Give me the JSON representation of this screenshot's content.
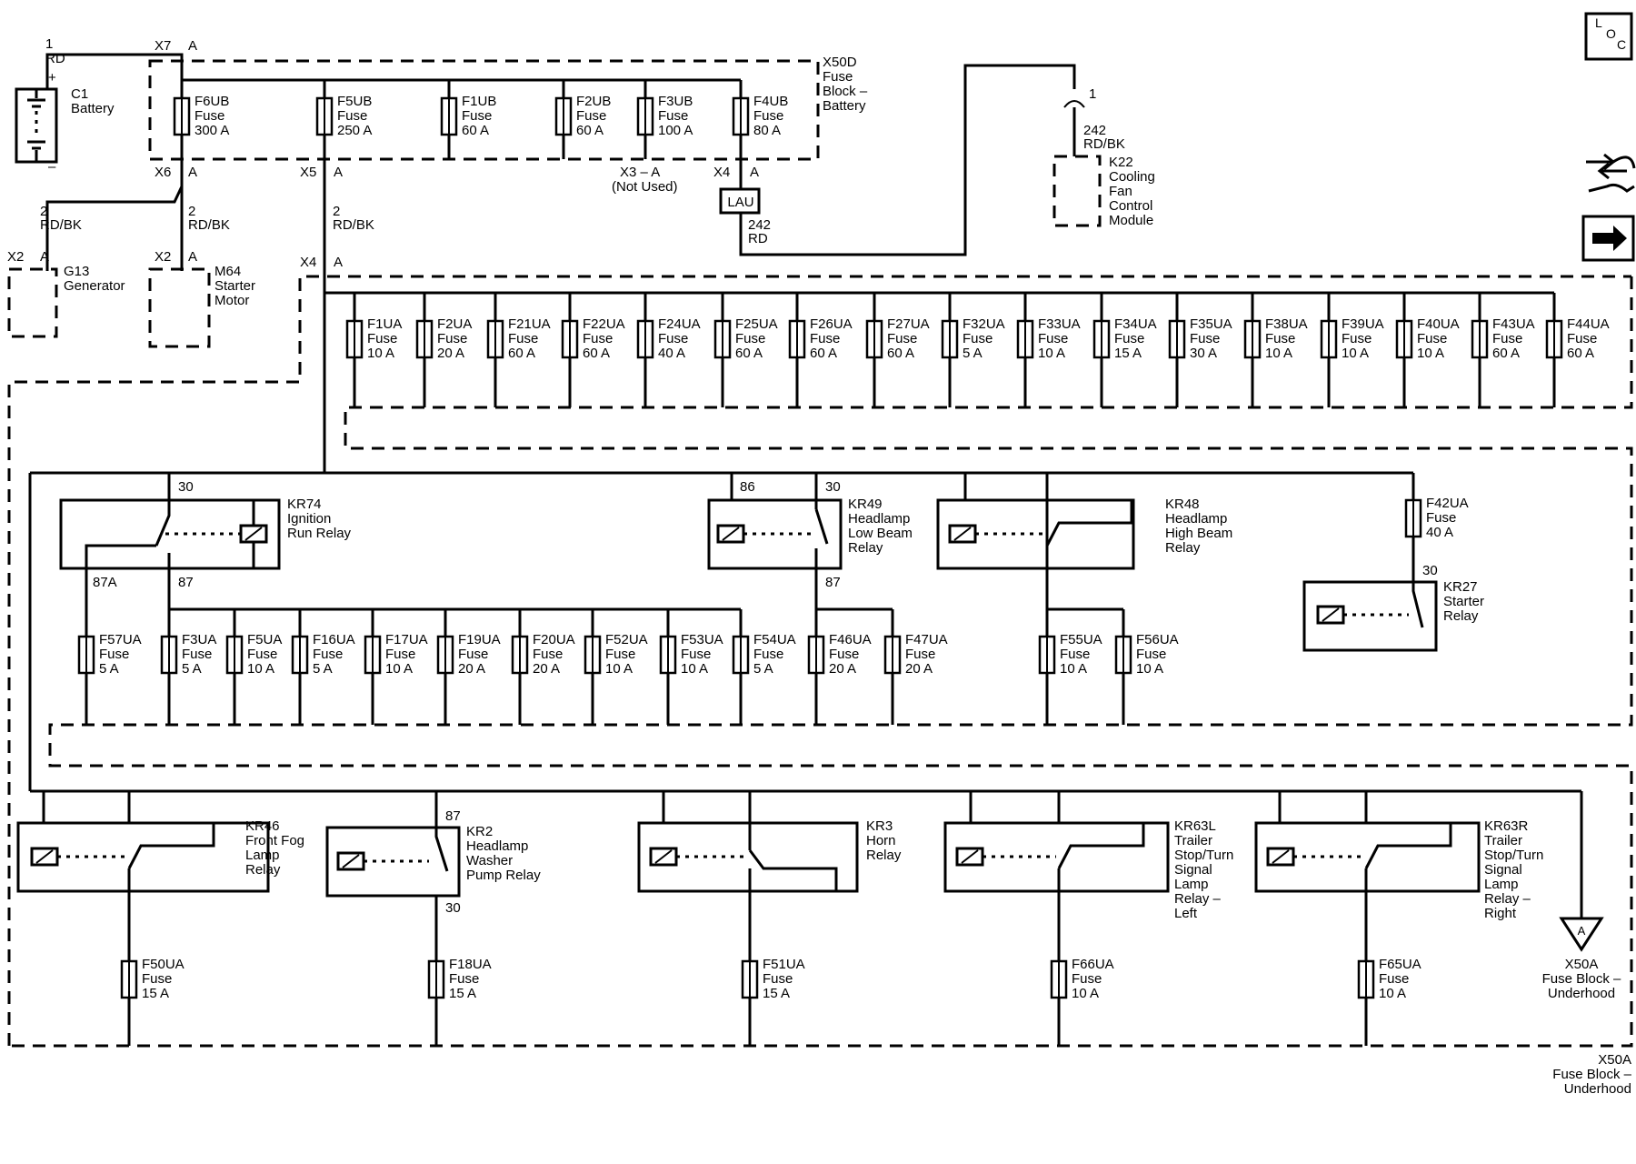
{
  "battery": {
    "pin": "1",
    "wire": "RD",
    "plus": "+",
    "minus": "–",
    "label": [
      "C1",
      "Battery"
    ]
  },
  "x50d": {
    "label": [
      "X50D",
      "Fuse",
      "Block –",
      "Battery"
    ]
  },
  "x50d_connectors": {
    "x7": "X7",
    "x6": "X6",
    "x5": "X5",
    "x3": "X3 – A",
    "x3_note": "(Not Used)",
    "x4": "X4",
    "pinA": "A"
  },
  "lau": "LAU",
  "ub_fuses": [
    {
      "name": "F6UB",
      "word": "Fuse",
      "amp": "300 A"
    },
    {
      "name": "F5UB",
      "word": "Fuse",
      "amp": "250 A"
    },
    {
      "name": "F1UB",
      "word": "Fuse",
      "amp": "60 A"
    },
    {
      "name": "F2UB",
      "word": "Fuse",
      "amp": "60 A"
    },
    {
      "name": "F3UB",
      "word": "Fuse",
      "amp": "100 A"
    },
    {
      "name": "F4UB",
      "word": "Fuse",
      "amp": "80 A"
    }
  ],
  "wires": {
    "gen_wire": [
      "2",
      "RD/BK"
    ],
    "starter_wire": [
      "2",
      "RD/BK"
    ],
    "main_wire": [
      "2",
      "RD/BK"
    ],
    "lau_wire": [
      "242",
      "RD"
    ],
    "k22_wire": [
      "242",
      "RD/BK"
    ]
  },
  "k22": {
    "pin": "1",
    "label": [
      "K22",
      "Cooling",
      "Fan",
      "Control",
      "Module"
    ]
  },
  "g13": {
    "conn": "X2",
    "pin": "A",
    "label": [
      "G13",
      "Generator"
    ]
  },
  "m64": {
    "conn": "X2",
    "pin": "A",
    "label": [
      "M64",
      "Starter",
      "Motor"
    ]
  },
  "x50a_in": {
    "conn": "X4",
    "pin": "A"
  },
  "row1_fuses": [
    {
      "name": "F1UA",
      "word": "Fuse",
      "amp": "10 A"
    },
    {
      "name": "F2UA",
      "word": "Fuse",
      "amp": "20 A"
    },
    {
      "name": "F21UA",
      "word": "Fuse",
      "amp": "60 A"
    },
    {
      "name": "F22UA",
      "word": "Fuse",
      "amp": "60 A"
    },
    {
      "name": "F24UA",
      "word": "Fuse",
      "amp": "40 A"
    },
    {
      "name": "F25UA",
      "word": "Fuse",
      "amp": "60 A"
    },
    {
      "name": "F26UA",
      "word": "Fuse",
      "amp": "60 A"
    },
    {
      "name": "F27UA",
      "word": "Fuse",
      "amp": "60 A"
    },
    {
      "name": "F32UA",
      "word": "Fuse",
      "amp": "5 A"
    },
    {
      "name": "F33UA",
      "word": "Fuse",
      "amp": "10 A"
    },
    {
      "name": "F34UA",
      "word": "Fuse",
      "amp": "15 A"
    },
    {
      "name": "F35UA",
      "word": "Fuse",
      "amp": "30 A"
    },
    {
      "name": "F38UA",
      "word": "Fuse",
      "amp": "10 A"
    },
    {
      "name": "F39UA",
      "word": "Fuse",
      "amp": "10 A"
    },
    {
      "name": "F40UA",
      "word": "Fuse",
      "amp": "10 A"
    },
    {
      "name": "F43UA",
      "word": "Fuse",
      "amp": "60 A"
    },
    {
      "name": "F44UA",
      "word": "Fuse",
      "amp": "60 A"
    }
  ],
  "kr74": {
    "label": [
      "KR74",
      "Ignition",
      "Run Relay"
    ],
    "p30": "30",
    "p87a": "87A",
    "p87": "87"
  },
  "kr49": {
    "label": [
      "KR49",
      "Headlamp",
      "Low Beam",
      "Relay"
    ],
    "p86": "86",
    "p30": "30",
    "p87": "87"
  },
  "kr48": {
    "label": [
      "KR48",
      "Headlamp",
      "High Beam",
      "Relay"
    ]
  },
  "f42": {
    "name": "F42UA",
    "word": "Fuse",
    "amp": "40 A"
  },
  "kr27": {
    "label": [
      "KR27",
      "Starter",
      "Relay"
    ],
    "p30": "30"
  },
  "row2_fuses": [
    {
      "name": "F57UA",
      "word": "Fuse",
      "amp": "5 A"
    },
    {
      "name": "F3UA",
      "word": "Fuse",
      "amp": "5 A"
    },
    {
      "name": "F5UA",
      "word": "Fuse",
      "amp": "10 A"
    },
    {
      "name": "F16UA",
      "word": "Fuse",
      "amp": "5 A"
    },
    {
      "name": "F17UA",
      "word": "Fuse",
      "amp": "10 A"
    },
    {
      "name": "F19UA",
      "word": "Fuse",
      "amp": "20 A"
    },
    {
      "name": "F20UA",
      "word": "Fuse",
      "amp": "20 A"
    },
    {
      "name": "F52UA",
      "word": "Fuse",
      "amp": "10 A"
    },
    {
      "name": "F53UA",
      "word": "Fuse",
      "amp": "10 A"
    },
    {
      "name": "F54UA",
      "word": "Fuse",
      "amp": "5 A"
    },
    {
      "name": "F46UA",
      "word": "Fuse",
      "amp": "20 A"
    },
    {
      "name": "F47UA",
      "word": "Fuse",
      "amp": "20 A"
    },
    {
      "name": "F55UA",
      "word": "Fuse",
      "amp": "10 A"
    },
    {
      "name": "F56UA",
      "word": "Fuse",
      "amp": "10 A"
    }
  ],
  "kr46": {
    "label": [
      "KR46",
      "Front Fog",
      "Lamp",
      "Relay"
    ]
  },
  "kr2": {
    "label": [
      "KR2",
      "Headlamp",
      "Washer",
      "Pump Relay"
    ],
    "p87": "87",
    "p30": "30"
  },
  "kr3": {
    "label": [
      "KR3",
      "Horn",
      "Relay"
    ]
  },
  "kr63l": {
    "label": [
      "KR63L",
      "Trailer",
      "Stop/Turn",
      "Signal",
      "Lamp",
      "Relay –",
      "Left"
    ]
  },
  "kr63r": {
    "label": [
      "KR63R",
      "Trailer",
      "Stop/Turn",
      "Signal",
      "Lamp",
      "Relay –",
      "Right"
    ]
  },
  "row3_fuses": [
    {
      "name": "F50UA",
      "word": "Fuse",
      "amp": "15 A"
    },
    {
      "name": "F18UA",
      "word": "Fuse",
      "amp": "15 A"
    },
    {
      "name": "F51UA",
      "word": "Fuse",
      "amp": "15 A"
    },
    {
      "name": "F66UA",
      "word": "Fuse",
      "amp": "10 A"
    },
    {
      "name": "F65UA",
      "word": "Fuse",
      "amp": "10 A"
    }
  ],
  "offpage": {
    "letter": "A",
    "label": [
      "X50A",
      "Fuse Block –",
      "Underhood"
    ]
  },
  "x50a": {
    "label": [
      "X50A",
      "Fuse Block –",
      "Underhood"
    ]
  },
  "loc": {
    "l": "L",
    "o": "O",
    "c": "C"
  }
}
